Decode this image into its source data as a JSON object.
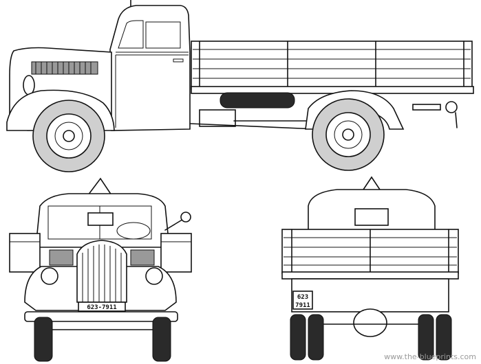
{
  "front_view": {
    "plate": "623-7911"
  },
  "rear_view": {
    "plate_line1": "623",
    "plate_line2": "7911"
  },
  "watermark": "www.the-blueprints.com"
}
